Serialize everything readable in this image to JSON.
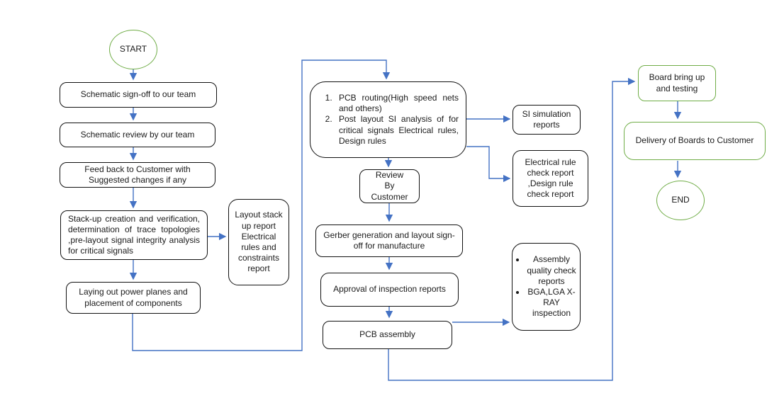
{
  "colors": {
    "connector_blue": "#4472C4",
    "green_accent": "#70AD47",
    "shape_border": "#111111",
    "text": "#1a1a1a"
  },
  "nodes": {
    "start": {
      "label": "START"
    },
    "schematic_signoff": {
      "label": "Schematic sign-off to our team"
    },
    "schematic_review": {
      "label": "Schematic review by our team"
    },
    "feedback": {
      "label": "Feed back to  Customer with Suggested changes if any"
    },
    "stackup": {
      "label": "Stack-up creation and verification, determination of trace topologies ,pre-layout signal integrity analysis for critical signals"
    },
    "layout_stack_report": {
      "label": "Layout stack up report Electrical rules and constraints report"
    },
    "laying_power": {
      "label": "Laying out power planes and placement of components"
    },
    "pcb_routing": {
      "items": [
        "PCB routing(High speed nets and others)",
        "Post layout SI analysis of for critical signals Electrical rules, Design rules"
      ]
    },
    "review_customer": {
      "label": "Review\nBy\nCustomer"
    },
    "gerber": {
      "label": "Gerber generation and layout sign-off for manufacture"
    },
    "approval": {
      "label": "Approval of inspection reports"
    },
    "pcb_assembly": {
      "label": "PCB assembly"
    },
    "si_sim_reports": {
      "label": "SI simulation reports"
    },
    "rule_check_reports": {
      "label": "Electrical rule check report ,Design rule check report"
    },
    "assembly_quality": {
      "items": [
        "Assembly quality check reports",
        "BGA,LGA X-RAY inspection"
      ]
    },
    "board_bringup": {
      "label": "Board bring up and testing"
    },
    "delivery": {
      "label": "Delivery of Boards to Customer"
    },
    "end": {
      "label": "END"
    }
  }
}
